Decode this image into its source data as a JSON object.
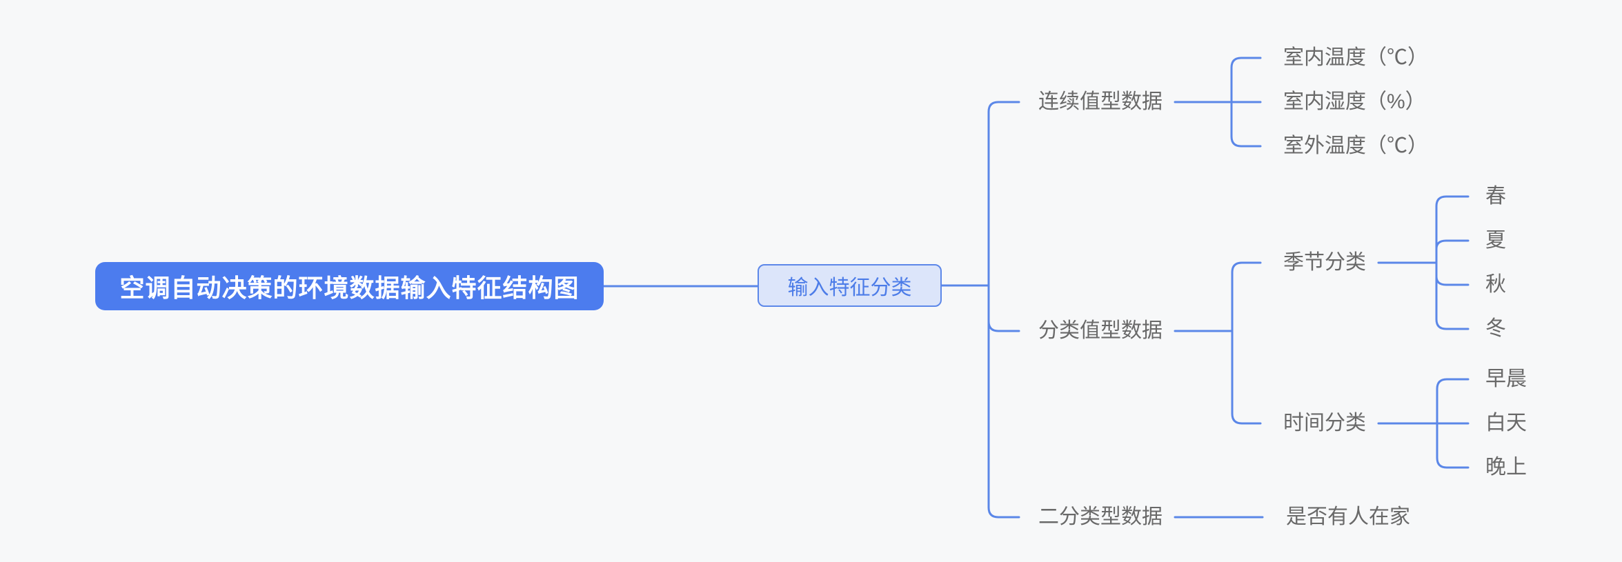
{
  "colors": {
    "background": "#f7f8f9",
    "connector_line": "#5b87e8",
    "root_fill": "#4c7cee",
    "root_text": "#ffffff",
    "level2_fill": "#dce5fa",
    "level2_border": "#5c87e9",
    "level2_text": "#4c7ce8",
    "label_text": "#696969"
  },
  "mindmap": {
    "root": {
      "label": "空调自动决策的环境数据输入特征结构图",
      "children": [
        {
          "label": "输入特征分类",
          "children": [
            {
              "label": "连续值型数据",
              "children": [
                {
                  "label": "室内温度（℃）"
                },
                {
                  "label": "室内湿度（%）"
                },
                {
                  "label": "室外温度（℃）"
                }
              ]
            },
            {
              "label": "分类值型数据",
              "children": [
                {
                  "label": "季节分类",
                  "children": [
                    {
                      "label": "春"
                    },
                    {
                      "label": "夏"
                    },
                    {
                      "label": "秋"
                    },
                    {
                      "label": "冬"
                    }
                  ]
                },
                {
                  "label": "时间分类",
                  "children": [
                    {
                      "label": "早晨"
                    },
                    {
                      "label": "白天"
                    },
                    {
                      "label": "晚上"
                    }
                  ]
                }
              ]
            },
            {
              "label": "二分类型数据",
              "children": [
                {
                  "label": "是否有人在家"
                }
              ]
            }
          ]
        }
      ]
    }
  }
}
